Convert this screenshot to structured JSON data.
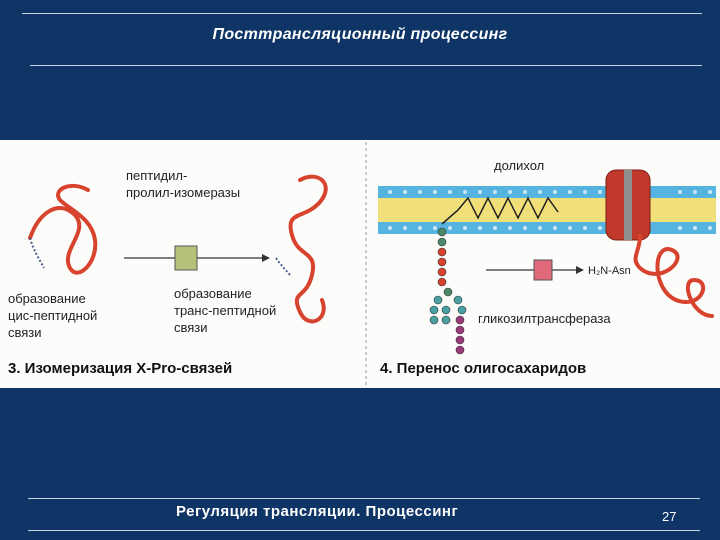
{
  "slide": {
    "title": "Посттрансляционный процессинг",
    "footer": "Регуляция трансляции. Процессинг",
    "page_number": "27"
  },
  "figure": {
    "left_panel": {
      "enzyme_label_line1": "пептидил-",
      "enzyme_label_line2": "пролил-изомеразы",
      "cis_line1": "образование",
      "cis_line2": "цис-пептидной",
      "cis_line3": "связи",
      "trans_line1": "образование",
      "trans_line2": "транс-пептидной",
      "trans_line3": "связи",
      "caption": "3. Изомеризация X-Pro-связей"
    },
    "right_panel": {
      "lipid_label": "долихол",
      "enzyme_label": "гликозилтрансфераза",
      "acceptor_label": "H₂N-Asn",
      "caption": "4. Перенос олигосахаридов"
    }
  },
  "colors": {
    "background": "#0f3566",
    "protein_chain": "#d8432e",
    "membrane_yellow": "#f1e07a",
    "membrane_blue": "#55b4e0",
    "enzyme_box": "#b5c27a",
    "transferase_box": "#e0697a"
  }
}
